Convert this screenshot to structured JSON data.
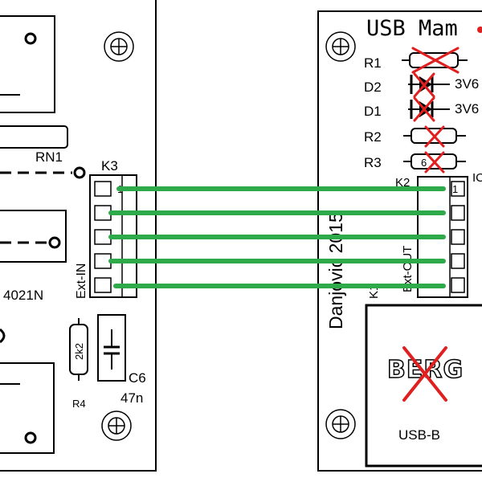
{
  "left_board": {
    "rn1": "RN1",
    "k3": "K3",
    "ext_in": "Ext-IN",
    "ic": "4021N",
    "r4_value": "2k2",
    "r4": "R4",
    "c6": "C6",
    "c6_value": "47n",
    "pin1": "1"
  },
  "right_board": {
    "title": "USB Mam",
    "labels": {
      "r1": "R1",
      "d2": "D2",
      "d1": "D1",
      "r2": "R2",
      "r3": "R3"
    },
    "d2_value": "3V6",
    "d1_value": "3V6",
    "k2": "K2",
    "pin1": "1",
    "ext_out": "Ext-OUT",
    "k1": "K1",
    "vertical_text": "Danjovic 2015",
    "berg_logo": "BERG",
    "usb_b": "USB-B",
    "ic_partial": "IC",
    "r3_value": "6"
  },
  "wires": {
    "color": "#2eaa4a",
    "count": 5
  }
}
